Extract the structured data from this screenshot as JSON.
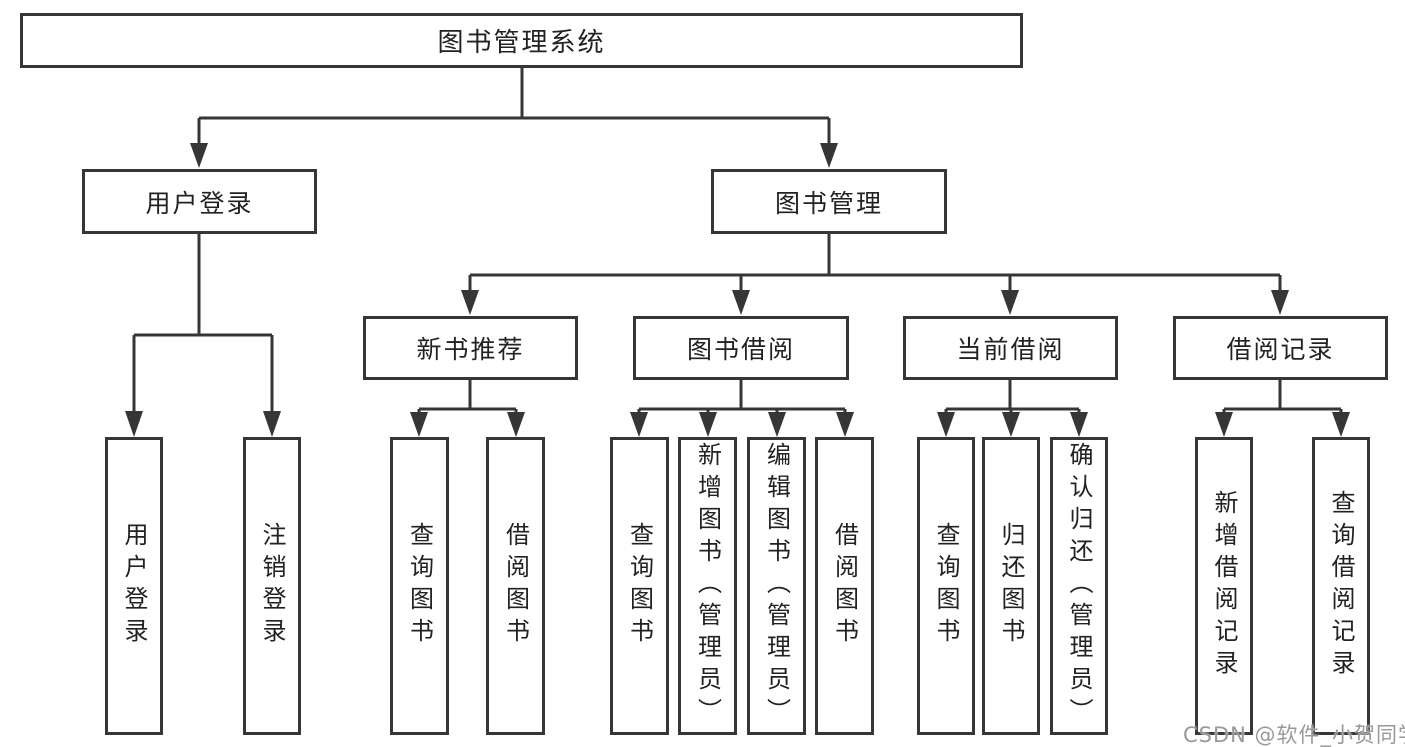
{
  "diagram": {
    "title": "图书管理系统",
    "level2": {
      "user_login": "用户登录",
      "book_management": "图书管理"
    },
    "level3": {
      "new_book": "新书推荐",
      "book_borrow": "图书借阅",
      "current_borrow": "当前借阅",
      "borrow_record": "借阅记录"
    },
    "leaves": {
      "user_login": [
        "用户登录",
        "注销登录"
      ],
      "new_book": [
        "查询图书",
        "借阅图书"
      ],
      "book_borrow": [
        "查询图书",
        "新增图书（管理员）",
        "编辑图书（管理员）",
        "借阅图书"
      ],
      "current_borrow": [
        "查询图书",
        "归还图书",
        "确认归还（管理员）"
      ],
      "borrow_record": [
        "新增借阅记录",
        "查询借阅记录"
      ]
    }
  },
  "colors": {
    "line": "#363636",
    "text": "#222222",
    "watermark": "#999999"
  },
  "watermark": "CSDN @软件_小贺同学"
}
